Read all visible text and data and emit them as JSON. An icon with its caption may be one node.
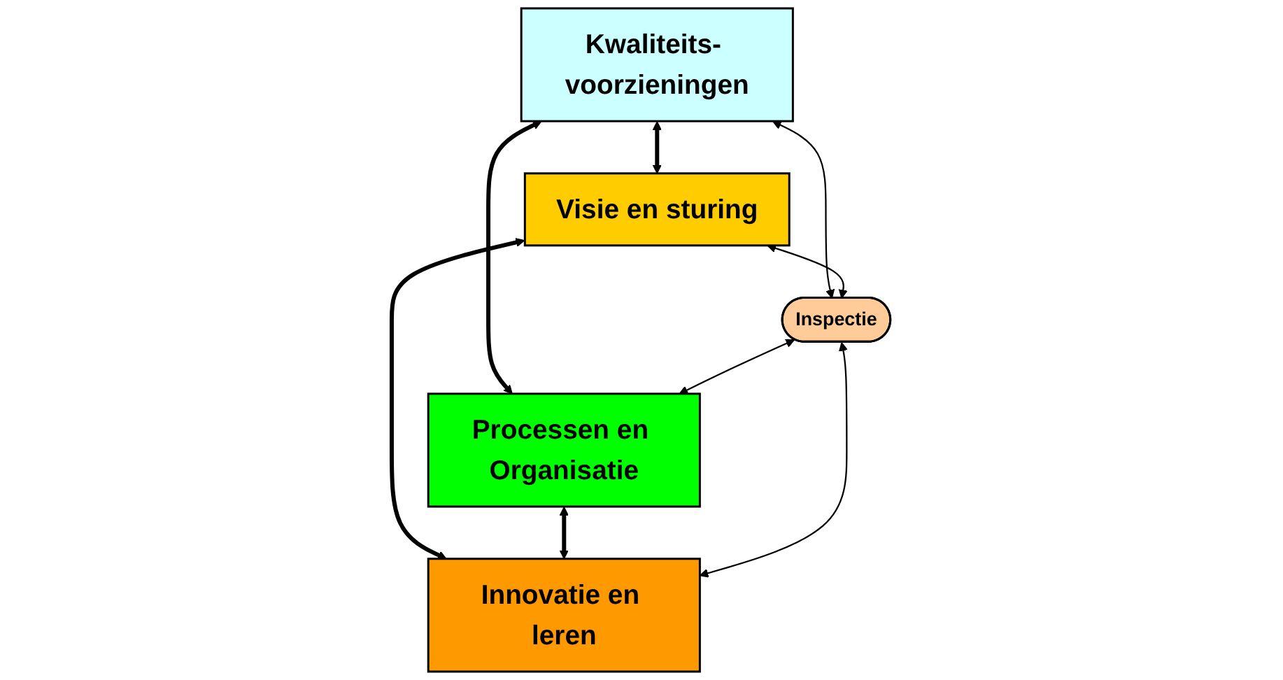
{
  "diagram": {
    "nodes": [
      {
        "text": [
          "Kwaliteits- voorzieningen"
        ]
      },
      {
        "text": [
          "Visie en sturing"
        ]
      },
      {
        "text": [
          "Inspectie"
        ]
      },
      {
        "text": [
          "Processen en Organisatie"
        ]
      },
      {
        "text": [
          "Innovatie en leren"
        ]
      }
    ],
    "edges": [
      {
        "from": 0,
        "to": 1,
        "arrow": "both",
        "style": "thick"
      },
      {
        "from": 0,
        "to": 3,
        "arrow": "both",
        "style": "thick"
      },
      {
        "from": 1,
        "to": 4,
        "arrow": "both",
        "style": "thick"
      },
      {
        "from": 3,
        "to": 4,
        "arrow": "both",
        "style": "thick"
      },
      {
        "from": 0,
        "to": 2,
        "arrow": "both"
      },
      {
        "from": 1,
        "to": 2,
        "arrow": "both"
      },
      {
        "from": 2,
        "to": 3,
        "arrow": "both"
      },
      {
        "from": 2,
        "to": 4,
        "arrow": "both"
      }
    ]
  }
}
